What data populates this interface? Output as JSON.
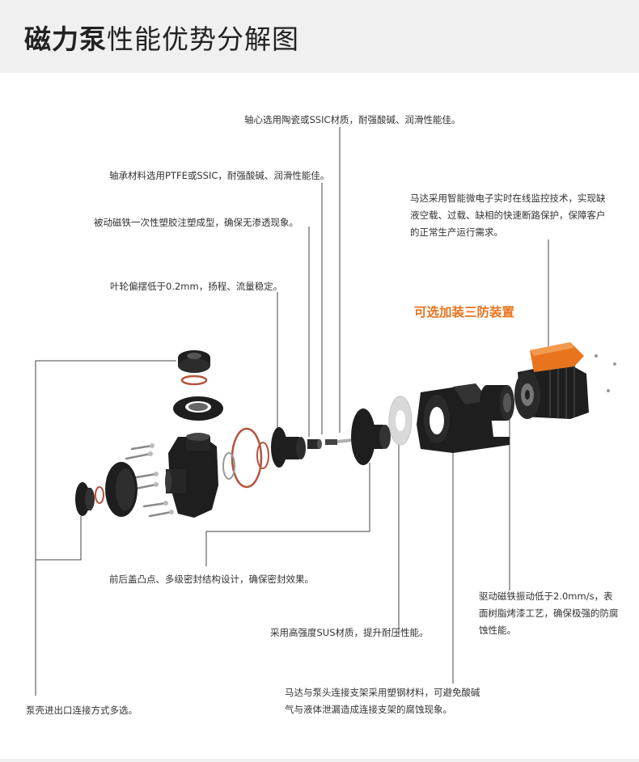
{
  "header": {
    "title_bold": "磁力泵",
    "title_rest": "性能优势分解图"
  },
  "annotations": {
    "shaft": "轴心选用陶瓷或SSIC材质，耐强酸碱、润滑性能佳。",
    "bearing": "轴承材料选用PTFE或SSIC，耐强酸碱、润滑性能佳。",
    "passive_magnet": "被动磁铁一次性塑胶注塑成型，确保无渗透现象。",
    "impeller": "叶轮偏摆低于0.2mm，扬程、流量稳定。",
    "motor": "马达采用智能微电子实时在线监控技术，实现缺液空载、过载、缺相的快速断路保护，保障客户的正常生产运行需求。",
    "motor_option": "可选加装三防装置",
    "front_back_cover": "前后盖凸点、多级密封结构设计，确保密封效果。",
    "sus": "采用高强度SUS材质，提升耐压性能。",
    "drive_magnet": "驱动磁铁振动低于2.0mm/s，表面树脂烤漆工艺，确保极强的防腐蚀性能。",
    "bracket": "马达与泵头连接支架采用塑钢材料，可避免酸碱气与液体泄漏造成连接支架的腐蚀现象。",
    "casing": "泵壳进出口连接方式多选。"
  },
  "colors": {
    "header_bg": "#f0f0f0",
    "accent": "#e8741e",
    "text": "#333333",
    "part_dark": "#1e1e1e",
    "oring": "#b5533c"
  }
}
